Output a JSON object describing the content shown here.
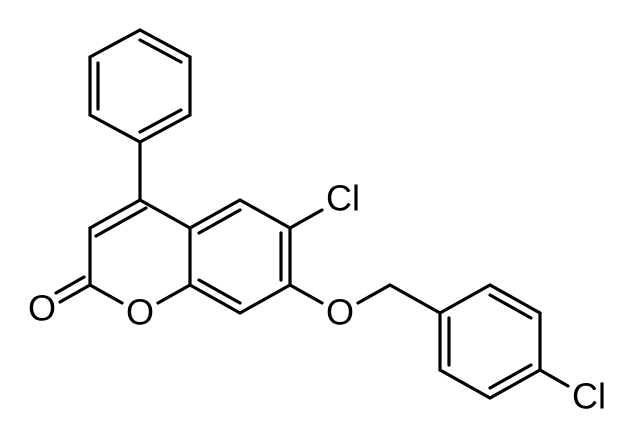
{
  "molecule": {
    "atoms": [
      {
        "id": "ring-oxygen",
        "label": "O"
      },
      {
        "id": "carbonyl-oxygen",
        "label": "O"
      },
      {
        "id": "ether-oxygen",
        "label": "O"
      },
      {
        "id": "chlorine-6",
        "label": "Cl"
      },
      {
        "id": "chlorine-para",
        "label": "Cl"
      }
    ]
  }
}
